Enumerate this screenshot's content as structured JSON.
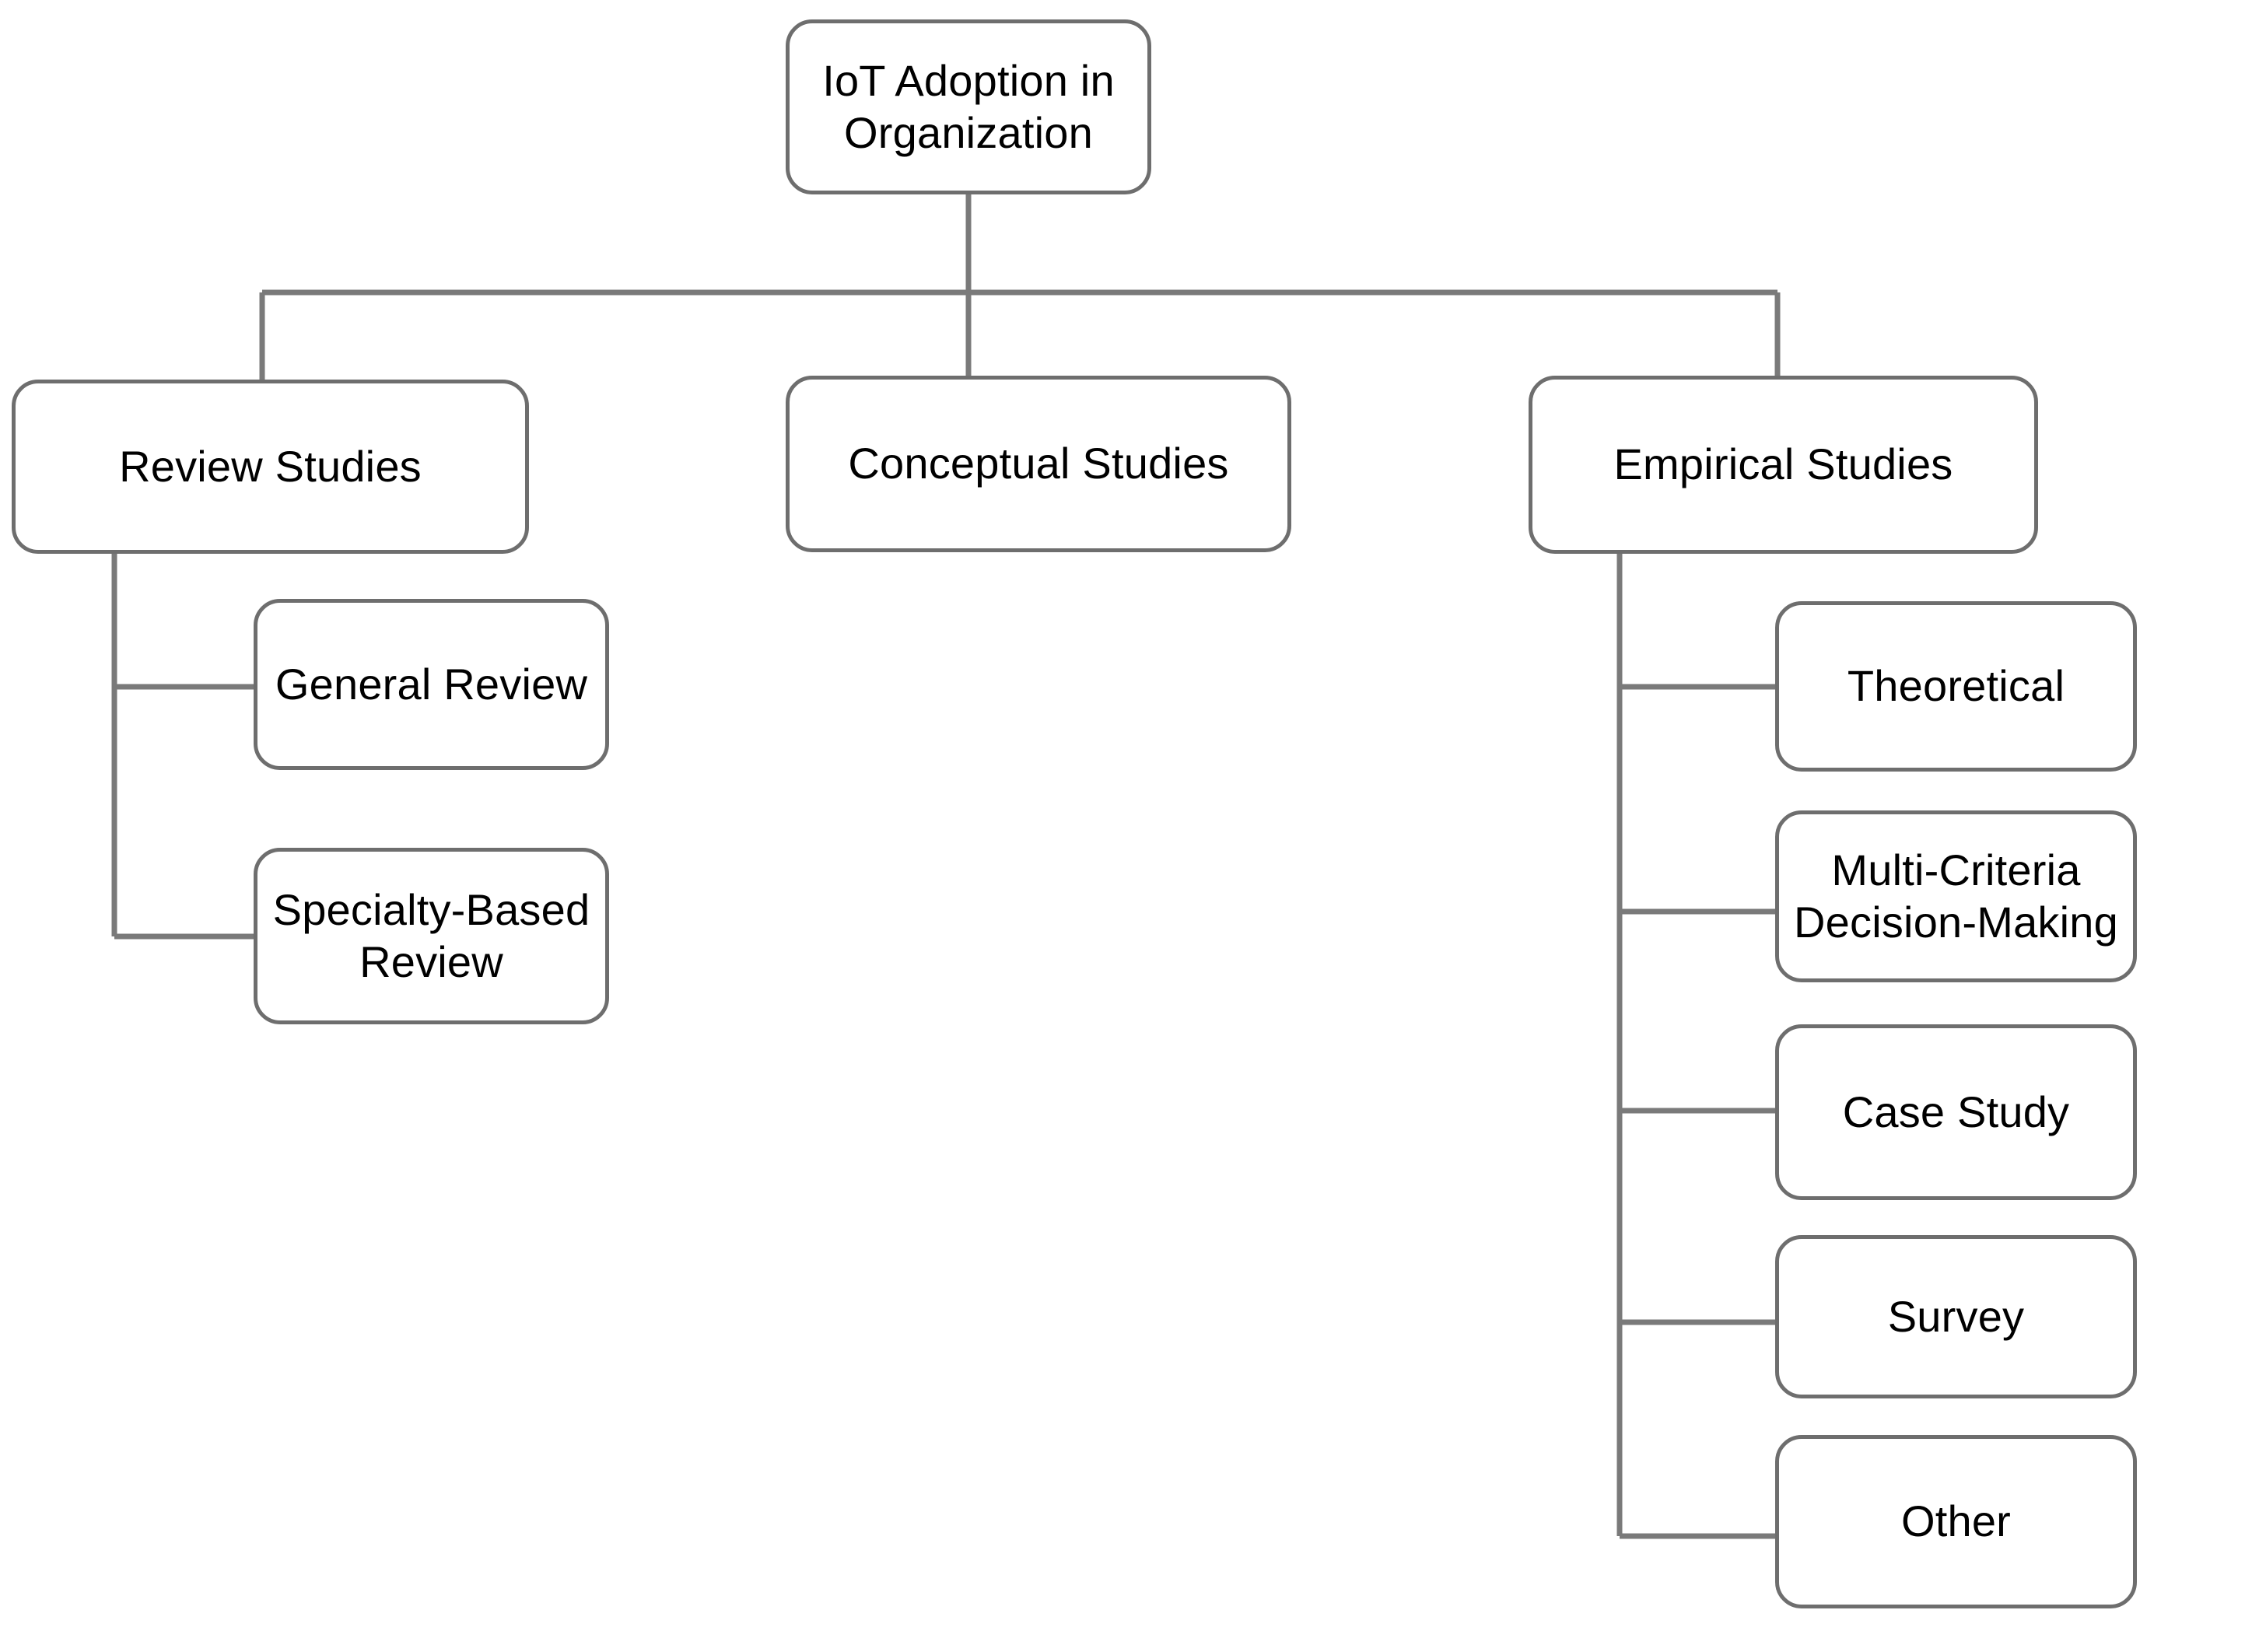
{
  "diagram": {
    "type": "tree",
    "title": "IoT Adoption in Organization research taxonomy",
    "colors": {
      "background": "#ffffff",
      "node_border": "#6e6e6e",
      "node_fill": "#ffffff",
      "text": "#000000",
      "connector": "#7a7a7a"
    },
    "nodes": {
      "root": {
        "label": "IoT Adoption in\nOrganization"
      },
      "review": {
        "label": "Review Studies"
      },
      "conceptual": {
        "label": "Conceptual Studies"
      },
      "empirical": {
        "label": "Empirical Studies"
      },
      "general_review": {
        "label": "General  Review"
      },
      "specialty_review": {
        "label": "Specialty-Based\nReview"
      },
      "theoretical": {
        "label": "Theoretical"
      },
      "mcdm": {
        "label": "Multi-Criteria\nDecision-Making"
      },
      "case_study": {
        "label": "Case Study"
      },
      "survey": {
        "label": "Survey"
      },
      "other": {
        "label": "Other"
      }
    },
    "edges": [
      {
        "from": "root",
        "to": "review"
      },
      {
        "from": "root",
        "to": "conceptual"
      },
      {
        "from": "root",
        "to": "empirical"
      },
      {
        "from": "review",
        "to": "general_review"
      },
      {
        "from": "review",
        "to": "specialty_review"
      },
      {
        "from": "empirical",
        "to": "theoretical"
      },
      {
        "from": "empirical",
        "to": "mcdm"
      },
      {
        "from": "empirical",
        "to": "case_study"
      },
      {
        "from": "empirical",
        "to": "survey"
      },
      {
        "from": "empirical",
        "to": "other"
      }
    ]
  }
}
